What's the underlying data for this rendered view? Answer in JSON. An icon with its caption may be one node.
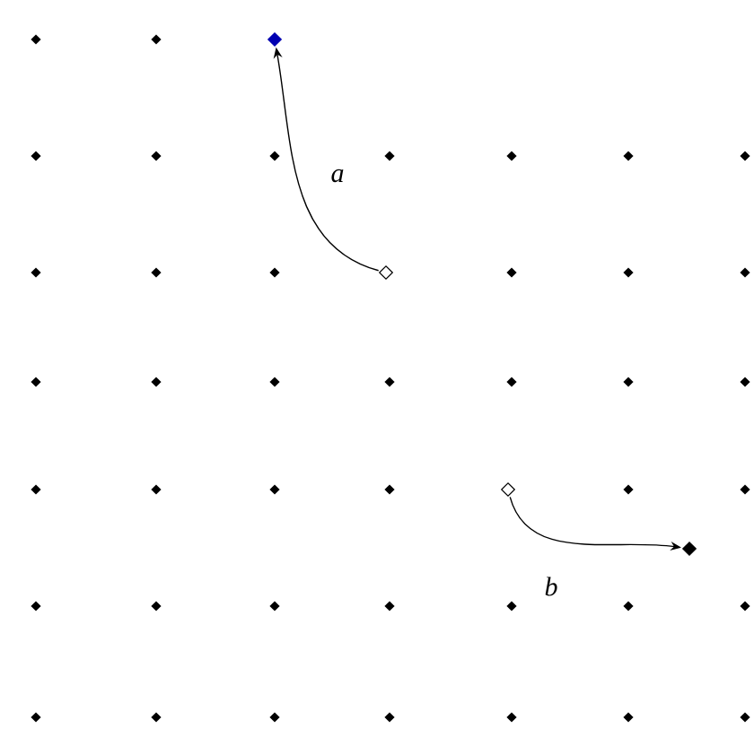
{
  "diagram": {
    "nodes": [
      {
        "text": [],
        "shape": "diamond"
      },
      {
        "text": [],
        "shape": "diamond"
      },
      {
        "text": [],
        "shape": "diamond"
      },
      {
        "text": [],
        "shape": "diamond"
      }
    ],
    "edges": [
      {
        "from": 1,
        "to": 0,
        "arrow": "to",
        "label": "a"
      },
      {
        "from": 2,
        "to": 3,
        "arrow": "to",
        "label": "b"
      }
    ]
  }
}
